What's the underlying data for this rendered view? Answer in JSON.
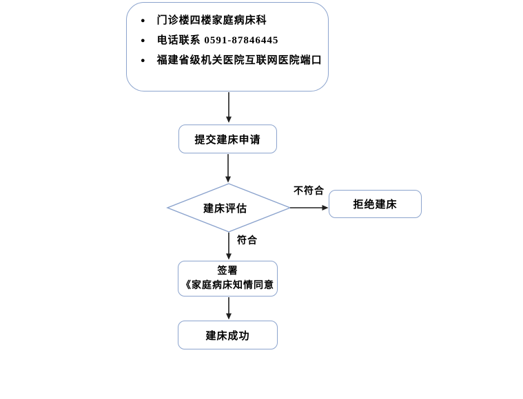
{
  "flowchart": {
    "info_box": {
      "items": [
        "门诊楼四楼家庭病床科",
        "电话联系 0591-87846445",
        "福建省级机关医院互联网医院端口"
      ]
    },
    "nodes": {
      "submit": "提交建床申请",
      "evaluate": "建床评估",
      "reject": "拒绝建床",
      "sign_line1": "签署",
      "sign_line2": "《家庭病床知情同意",
      "success": "建床成功"
    },
    "edge_labels": {
      "not_match": "不符合",
      "match": "符合"
    },
    "icons": {
      "bullet": "●"
    },
    "colors": {
      "shape_border": "#8ba3cd",
      "arrow": "#1f1f1f",
      "text": "#000000",
      "background": "#ffffff"
    }
  }
}
